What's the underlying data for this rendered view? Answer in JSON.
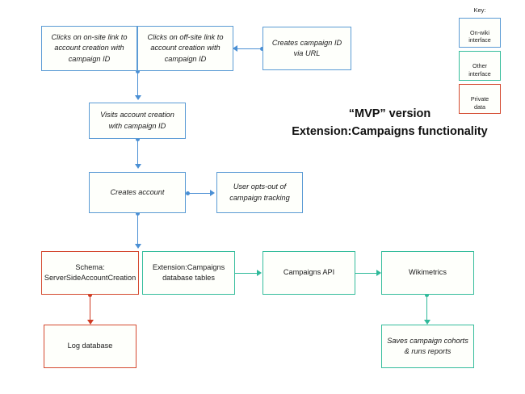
{
  "diagram": {
    "title_lines": [
      "“MVP” version",
      "Extension:Campaigns functionality"
    ],
    "title_line_1": "“MVP” version",
    "title_line_2": "Extension:Campaigns functionality",
    "colors": {
      "on_wiki_blue": "#5b9bd5",
      "other_teal": "#35bd9c",
      "private_red": "#d4492f",
      "background": "#ffffff",
      "text": "#1b1b1b"
    },
    "key": {
      "label": "Key:",
      "items": [
        {
          "text": "On-wiki\ninterface",
          "color": "#5b9bd5",
          "category": "on-wiki-interface"
        },
        {
          "text": "Other\ninterface",
          "color": "#35bd9c",
          "category": "other-interface"
        },
        {
          "text": "Private\ndata",
          "color": "#d4492f",
          "category": "private-data"
        }
      ]
    },
    "nodes": [
      {
        "id": "clicks-on-site-link",
        "text": "Clicks on on-site link to\naccount creation with\ncampaign ID",
        "color": "#5b9bd5",
        "category": "on-wiki-interface"
      },
      {
        "id": "clicks-off-site-link",
        "text": "Clicks on off-site link to\naccount creation with\ncampaign ID",
        "color": "#5b9bd5",
        "category": "on-wiki-interface"
      },
      {
        "id": "creates-campaign-id-via-url",
        "text": "Creates campaign ID\nvia URL",
        "color": "#5b9bd5",
        "category": "on-wiki-interface"
      },
      {
        "id": "visits-account-creation",
        "text": "Visits account creation\nwith campaign ID",
        "color": "#5b9bd5",
        "category": "on-wiki-interface"
      },
      {
        "id": "creates-account",
        "text": "Creates account",
        "color": "#5b9bd5",
        "category": "on-wiki-interface"
      },
      {
        "id": "user-opts-out",
        "text": "User opts-out of\ncampaign tracking",
        "color": "#5b9bd5",
        "category": "on-wiki-interface"
      },
      {
        "id": "schema-serversideaccountcreation",
        "text": "Schema:\nServerSideAccountCreation",
        "color": "#d4492f",
        "category": "private-data"
      },
      {
        "id": "extension-campaigns-database-tables",
        "text": "Extension:Campaigns\ndatabase tables",
        "color": "#35bd9c",
        "category": "other-interface"
      },
      {
        "id": "campaigns-api",
        "text": "Campaigns API",
        "color": "#35bd9c",
        "category": "other-interface"
      },
      {
        "id": "wikimetrics",
        "text": "Wikimetrics",
        "color": "#35bd9c",
        "category": "other-interface"
      },
      {
        "id": "log-database",
        "text": "Log database",
        "color": "#d4492f",
        "category": "private-data"
      },
      {
        "id": "saves-campaign-cohorts",
        "text": "Saves campaign cohorts\n& runs reports",
        "color": "#35bd9c",
        "category": "other-interface"
      }
    ],
    "edges": [
      {
        "from": "creates-campaign-id-via-url",
        "to": "clicks-off-site-link",
        "direction": "left",
        "color": "#5b9bd5"
      },
      {
        "from": "clicks-on-site-link",
        "to": "visits-account-creation",
        "direction": "down",
        "color": "#5b9bd5"
      },
      {
        "from": "visits-account-creation",
        "to": "creates-account",
        "direction": "down",
        "color": "#5b9bd5"
      },
      {
        "from": "creates-account",
        "to": "user-opts-out",
        "direction": "right",
        "color": "#5b9bd5"
      },
      {
        "from": "creates-account",
        "to": "extension-campaigns-database-tables",
        "direction": "down",
        "color": "#5b9bd5"
      },
      {
        "from": "schema-serversideaccountcreation",
        "to": "log-database",
        "direction": "down",
        "color": "#d4492f"
      },
      {
        "from": "extension-campaigns-database-tables",
        "to": "campaigns-api",
        "direction": "right",
        "color": "#35bd9c"
      },
      {
        "from": "campaigns-api",
        "to": "wikimetrics",
        "direction": "right",
        "color": "#35bd9c"
      },
      {
        "from": "wikimetrics",
        "to": "saves-campaign-cohorts",
        "direction": "down",
        "color": "#35bd9c"
      }
    ]
  }
}
